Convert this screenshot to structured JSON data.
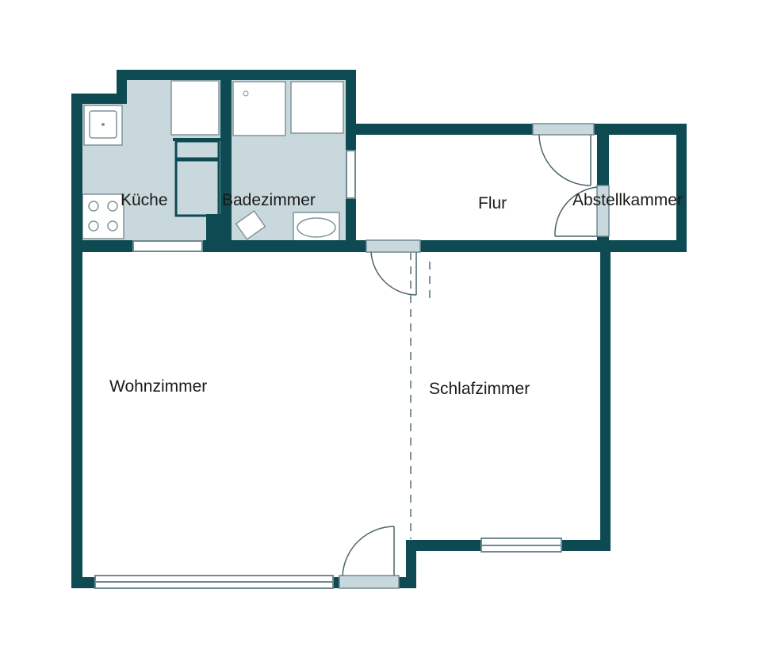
{
  "rooms": {
    "kitchen": "Küche",
    "bathroom": "Badezimmer",
    "hallway": "Flur",
    "storage": "Abstellkammer",
    "living_room": "Wohnzimmer",
    "bedroom": "Schlafzimmer"
  },
  "colors": {
    "wall": "#0d4a52",
    "tiled_floor": "#c9d8dc"
  }
}
